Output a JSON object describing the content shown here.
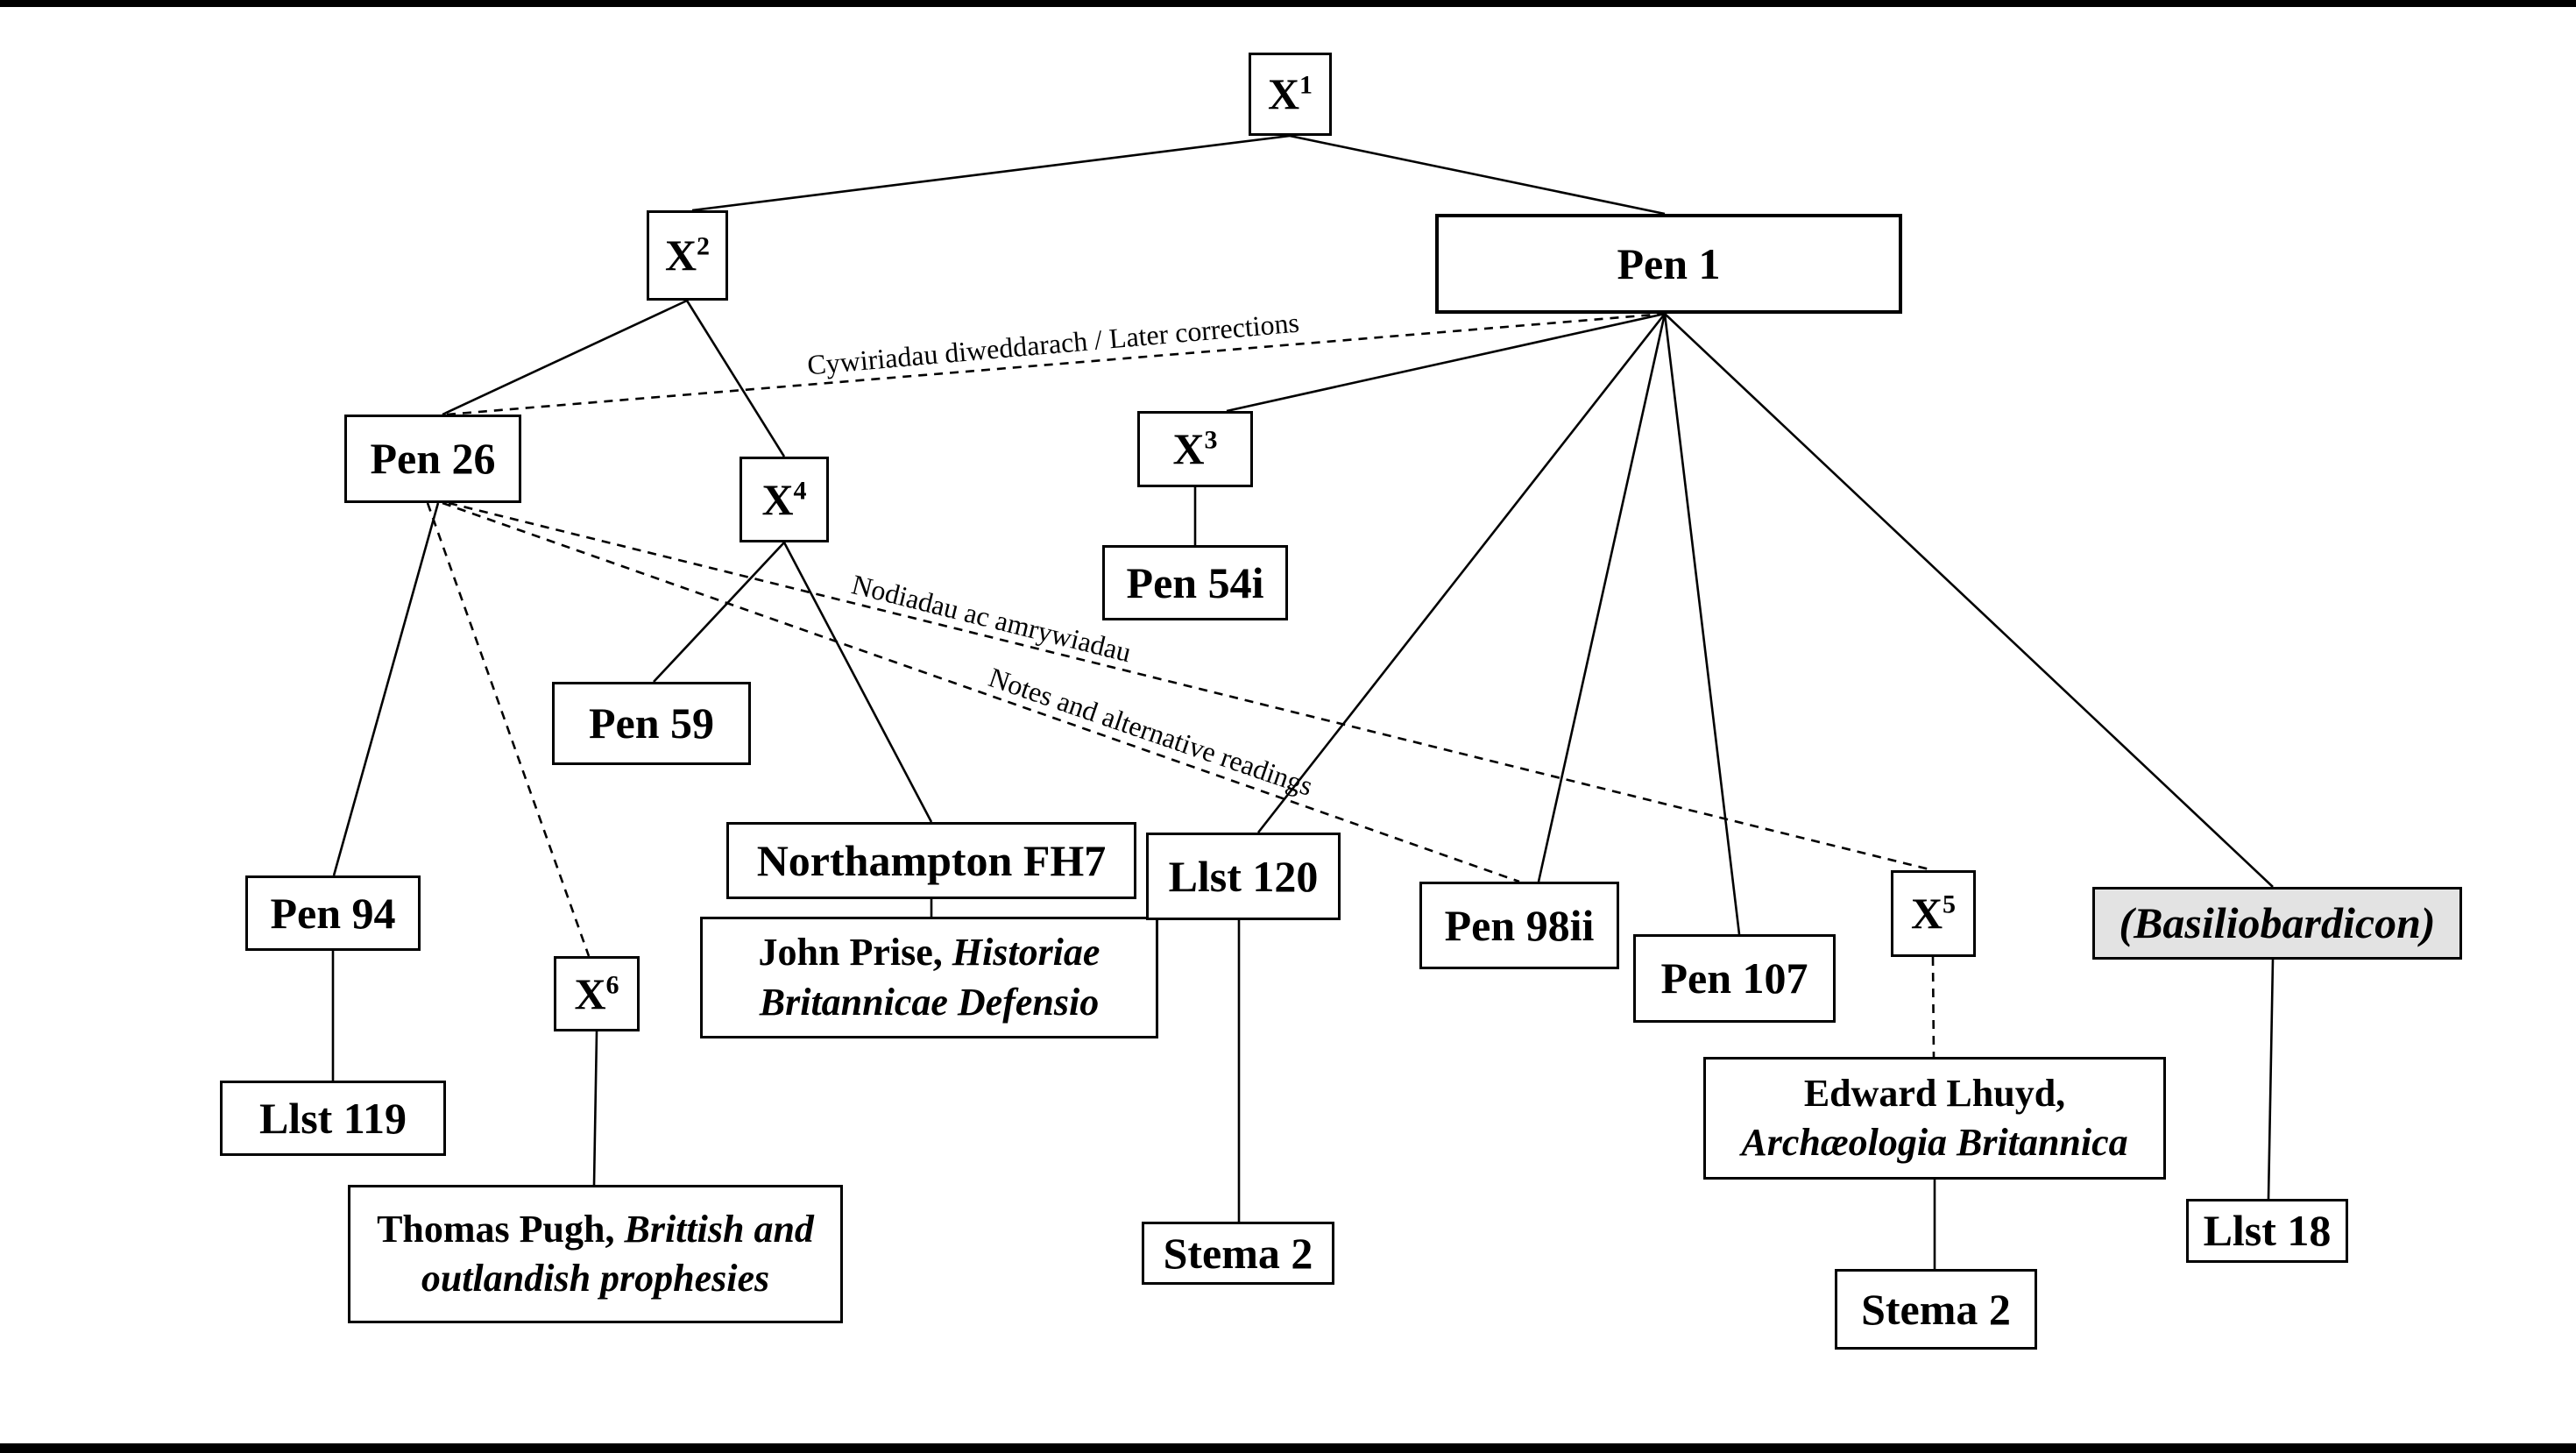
{
  "diagram": {
    "background": "#ffffff",
    "frame_bar_color": "#000000",
    "box_fill": "#ffffff",
    "box_fill_highlight": "#e3e3e3",
    "line_color": "#000000"
  },
  "edge_labels": {
    "corrections": "Cywiriadau diweddarach / Later corrections",
    "notes_welsh": "Nodiadau ac amrywiadau",
    "notes_english": "Notes and alternative readings"
  },
  "nodes": {
    "x1": {
      "base": "X",
      "sup": "1"
    },
    "x2": {
      "base": "X",
      "sup": "2"
    },
    "pen1": {
      "label": "Pen 1"
    },
    "pen26": {
      "label": "Pen 26"
    },
    "x4": {
      "base": "X",
      "sup": "4"
    },
    "x3": {
      "base": "X",
      "sup": "3"
    },
    "pen54i": {
      "label": "Pen 54i"
    },
    "pen59": {
      "label": "Pen 59"
    },
    "northampton": {
      "label": "Northampton FH7"
    },
    "john_prise": {
      "line1_plain": "John Prise, ",
      "line1_italic": "Historiae",
      "line2_italic": "Britannicae Defensio"
    },
    "llst120": {
      "label": "Llst 120"
    },
    "pen98ii": {
      "label": "Pen 98ii"
    },
    "pen107": {
      "label": "Pen 107"
    },
    "x5": {
      "base": "X",
      "sup": "5"
    },
    "basiliobardicon": {
      "label_italic": "(Basiliobardicon)"
    },
    "pen94": {
      "label": "Pen 94"
    },
    "x6": {
      "base": "X",
      "sup": "6"
    },
    "llst119": {
      "label": "Llst 119"
    },
    "thomas_pugh": {
      "line1_plain": "Thomas Pugh, ",
      "line1_italic": "Brittish and",
      "line2_italic": "outlandish prophesies"
    },
    "stema2_left": {
      "label": "Stema 2"
    },
    "edward_lhuyd": {
      "line1_plain": "Edward Lhuyd,",
      "line2_italic": "Archæologia Britannica"
    },
    "stema2_right": {
      "label": "Stema 2"
    },
    "llst18": {
      "label": "Llst 18"
    }
  }
}
